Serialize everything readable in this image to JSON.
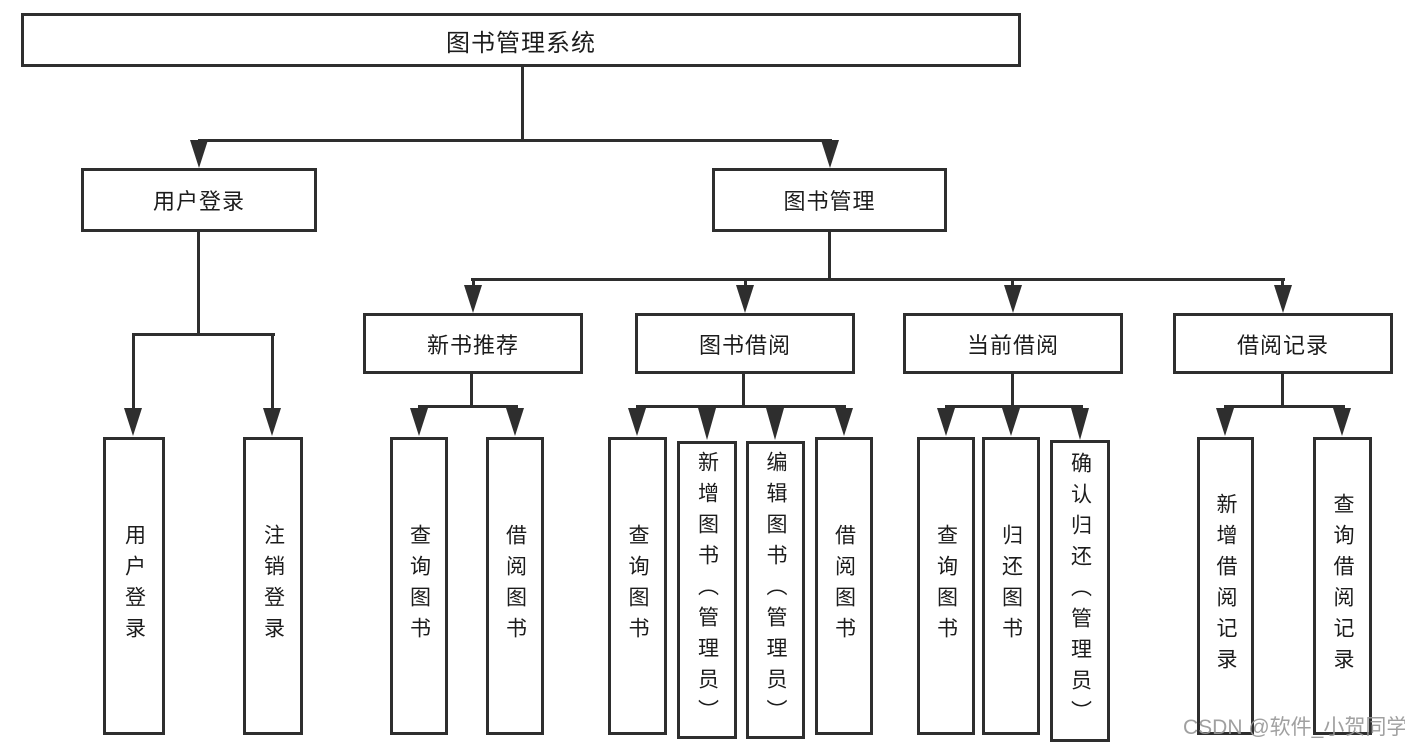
{
  "diagram": {
    "root": "图书管理系统",
    "login": {
      "label": "用户登录",
      "children": [
        "用户登录",
        "注销登录"
      ]
    },
    "management": {
      "label": "图书管理",
      "sections": [
        {
          "label": "新书推荐",
          "children": [
            "查询图书",
            "借阅图书"
          ]
        },
        {
          "label": "图书借阅",
          "children": [
            "查询图书",
            "新增图书（管理员）",
            "编辑图书（管理员）",
            "借阅图书"
          ]
        },
        {
          "label": "当前借阅",
          "children": [
            "查询图书",
            "归还图书",
            "确认归还（管理员）"
          ]
        },
        {
          "label": "借阅记录",
          "children": [
            "新增借阅记录",
            "查询借阅记录"
          ]
        }
      ]
    }
  },
  "watermark": "CSDN @软件_小贺同学",
  "colors": {
    "line": "#2e2e2e",
    "text": "#1c1c1c",
    "watermark_gray": "#989898",
    "background": "#ffffff"
  }
}
